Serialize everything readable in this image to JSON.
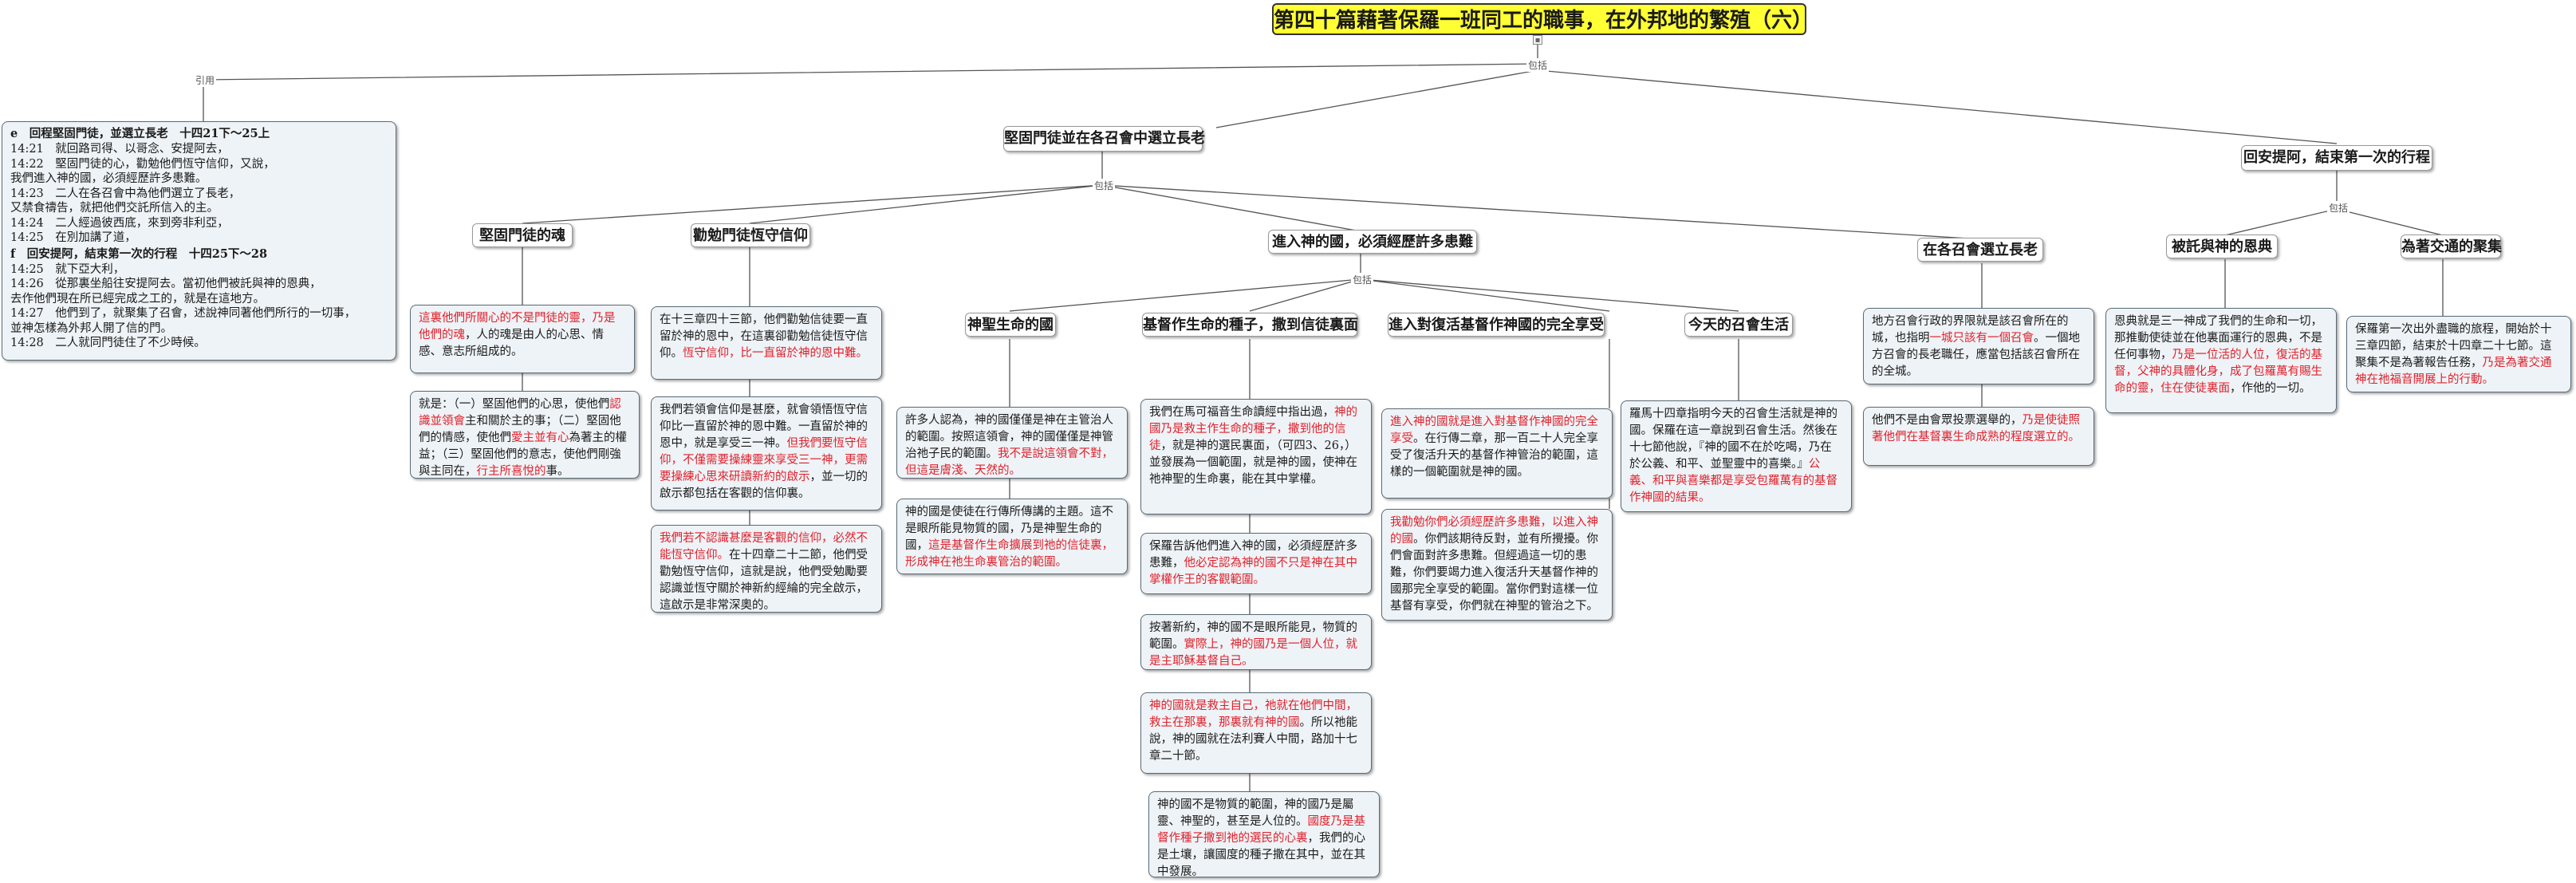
{
  "root": {
    "title": "第四十篇藉著保羅一班同工的職事，在外邦地的繁殖（六）"
  },
  "edge_labels": {
    "yinde": "引用",
    "baokuo": "包括"
  },
  "sidebar": {
    "lines": [
      "e　回程堅固門徒，並選立長老　十四21下～25上",
      "14:21　就回路司得、以哥念、安提阿去，",
      "14:22　堅固門徒的心，勸勉他們恆守信仰，又說，",
      "我們進入神的國，必須經歷許多患難。",
      "14:23　二人在各召會中為他們選立了長老，",
      "又禁食禱告，就把他們交託所信入的主。",
      "14:24　二人經過彼西底，來到旁非利亞，",
      "14:25　在別加講了道，",
      "f　回安提阿，結束第一次的行程　十四25下～28",
      "14:25　就下亞大利，",
      "14:26　從那裏坐船往安提阿去。當初他們被託與神的恩典，",
      "去作他們現在所已經完成之工的，就是在這地方。",
      "14:27　他們到了，就聚集了召會，述說神同著他們所行的一切事，",
      "並神怎樣為外邦人開了信的門。",
      "14:28　二人就同門徒住了不少時候。"
    ]
  },
  "branches": {
    "b1": {
      "title": "堅固門徒並在各召會中選立長老"
    },
    "b2": {
      "title": "回安提阿，結束第一次的行程"
    }
  },
  "topics": {
    "t1": "堅固門徒的魂",
    "t2": "勸勉門徒恆守信仰",
    "t3": "進入神的國，必須經歷許多患難",
    "t4": "在各召會選立長老",
    "t5": "被託與神的恩典",
    "t6": "為著交通的聚集",
    "s1": "神聖生命的國",
    "s2": "基督作生命的種子，撒到信徒裏面",
    "s3": "進入對復活基督作神國的完全享受",
    "s4": "今天的召會生活"
  },
  "notes": {
    "n_t1a": [
      {
        "t": "這裏他們所關心的不是門徒的靈，乃是他們的魂",
        "r": true
      },
      {
        "t": "，人的魂是由人的心思、情感、意志所組成的。",
        "r": false
      }
    ],
    "n_t1b": [
      {
        "t": "就是：（一）堅固他們的心思，使他們",
        "r": false
      },
      {
        "t": "認識並領會",
        "r": true
      },
      {
        "t": "主和關於主的事；（二）堅固他們的情感，使他們",
        "r": false
      },
      {
        "t": "愛主並有心",
        "r": true
      },
      {
        "t": "為著主的權益；（三）堅固他們的意志，使他們剛強與主同在，",
        "r": false
      },
      {
        "t": "行主所喜悅的",
        "r": true
      },
      {
        "t": "事。",
        "r": false
      }
    ],
    "n_t2a": [
      {
        "t": "在十三章四十三節，他們勸勉信徒要一直留於神的恩中，在這裏卻勸勉信徒恆守信仰。",
        "r": false
      },
      {
        "t": "恆守信仰，比一直留於神的恩中難。",
        "r": true
      }
    ],
    "n_t2b": [
      {
        "t": "我們若領會信仰是甚麼，就會領悟恆守信仰比一直留於神的恩中難。一直留於神的恩中，就是享受三一神。",
        "r": false
      },
      {
        "t": "但我們要恆守信仰，不僅需要操練靈來享受三一神，更需要操練心思來研讀新約的啟示",
        "r": true
      },
      {
        "t": "，並一切的啟示都包括在客觀的信仰裏。",
        "r": false
      }
    ],
    "n_t2c": [
      {
        "t": "我們若不認識甚麼是客觀的信仰，必然不能恆守信仰。",
        "r": true
      },
      {
        "t": "在十四章二十二節，他們受勸勉恆守信仰，這就是說，他們受勉勵要認識並恆守關於神新約經綸的完全啟示，這啟示是非常深奧的。",
        "r": false
      }
    ],
    "n_s1a": [
      {
        "t": "許多人認為，神的國僅僅是神在主管治人的範圍。按照這領會，神的國僅僅是神管治祂子民的範圍。",
        "r": false
      },
      {
        "t": "我不是說這領會不對，但這是膚淺、天然的。",
        "r": true
      }
    ],
    "n_s1b": [
      {
        "t": "神的國是使徒在行傳所傳講的主題。這不是眼所能見物質的國，乃是神聖生命的國，",
        "r": false
      },
      {
        "t": "這是基督作生命擴展到祂的信徒裏，形成神在祂生命裏管治的範圍。",
        "r": true
      }
    ],
    "n_s2a": [
      {
        "t": "我們在馬可福音生命讀經中指出過，",
        "r": false
      },
      {
        "t": "神的國乃是救主作生命的種子，撒到他的信徒",
        "r": true
      },
      {
        "t": "，就是神的選民裏面，（可四3、26，）並發展為一個範圍，就是神的國，使神在祂神聖的生命裏，能在其中掌權。",
        "r": false
      }
    ],
    "n_s2b": [
      {
        "t": "保羅告訴他們進入神的國，必須經歷許多患難，",
        "r": false
      },
      {
        "t": "他必定認為神的國不只是神在其中掌權作王的客觀範圍。",
        "r": true
      }
    ],
    "n_s2c": [
      {
        "t": "按著新約，神的國不是眼所能見，物質的範圍。",
        "r": false
      },
      {
        "t": "實際上，神的國乃是一個人位，就是主耶穌基督自己。",
        "r": true
      }
    ],
    "n_s2d": [
      {
        "t": "神的國就是救主自己，祂就在他們中間，救主在那裏，那裏就有神的國",
        "r": true
      },
      {
        "t": "。所以祂能說，神的國就在法利賽人中間，路加十七章二十節。",
        "r": false
      }
    ],
    "n_s2e": [
      {
        "t": "神的國不是物質的範圍，神的國乃是屬靈、神聖的，甚至是人位的。",
        "r": false
      },
      {
        "t": "國度乃是基督作種子撒到祂的選民的心裏",
        "r": true
      },
      {
        "t": "，我們的心是土壤，讓國度的種子撒在其中，並在其中發展。",
        "r": false
      }
    ],
    "n_s3a": [
      {
        "t": "進入神的國就是進入對基督作神國的完全享受",
        "r": true
      },
      {
        "t": "。在行傳二章，那一百二十人完全享受了復活升天的基督作神管治的範圍，這樣的一個範圍就是神的國。",
        "r": false
      }
    ],
    "n_s3b": [
      {
        "t": "我勸勉你們必須經歷許多患難，以進入神的國",
        "r": true
      },
      {
        "t": "。你們該期待反對，並有所攪擾。你們會面對許多患難。但經過這一切的患難，你們要竭力進入復活升天基督作神的國那完全享受的範圍。當你們對這樣一位基督有享受，你們就在神聖的管治之下。",
        "r": false
      }
    ],
    "n_s4a": [
      {
        "t": "羅馬十四章指明今天的召會生活就是神的國。保羅在這一章說到召會生活。然後在十七節他說，『神的國不在於吃喝，乃在於公義、和平、並聖靈中的喜樂。』",
        "r": false
      },
      {
        "t": "公義、和平與喜樂都是享受包羅萬有的基督作神國的結果。",
        "r": true
      }
    ],
    "n_t4a": [
      {
        "t": "地方召會行政的界限就是該召會所在的城，也指明",
        "r": false
      },
      {
        "t": "一城只該有一個召會",
        "r": true
      },
      {
        "t": "。一個地方召會的長老職任，應當包括該召會所在的全城。",
        "r": false
      }
    ],
    "n_t4b": [
      {
        "t": "他們不是由會眾投票選舉的，",
        "r": false
      },
      {
        "t": "乃是使徒照著他們在基督裏生命成熟的程度選立的。",
        "r": true
      }
    ],
    "n_t5a": [
      {
        "t": "恩典就是三一神成了我們的生命和一切，那推動使徒並在他裏面運行的恩典，不是任何事物，",
        "r": false
      },
      {
        "t": "乃是一位活的人位，復活的基督，父神的具體化身，成了包羅萬有賜生命的靈，住在使徒裏面",
        "r": true
      },
      {
        "t": "，作他的一切。",
        "r": false
      }
    ],
    "n_t6a": [
      {
        "t": "保羅第一次出外盡職的旅程，開始於十三章四節，結束於十四章二十七節。這聚集不是為著報告任務，",
        "r": false
      },
      {
        "t": "乃是為著交通神在祂福音開展上的行動。",
        "r": true
      }
    ]
  }
}
